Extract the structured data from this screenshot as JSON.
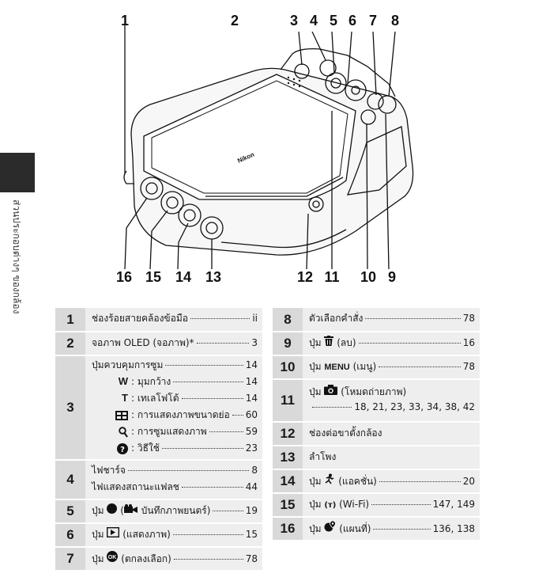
{
  "side": {
    "label": "ส่วนประกอบต่างๆ ของกล้อง"
  },
  "callouts": {
    "top": [
      "1",
      "2",
      "3",
      "4",
      "5",
      "6",
      "7",
      "8"
    ],
    "bottom": [
      "16",
      "15",
      "14",
      "13",
      "12",
      "11",
      "10",
      "9"
    ]
  },
  "illustration": {
    "brand": "Nikon"
  },
  "legend_left": [
    {
      "num": "1",
      "lines": [
        {
          "text": "ช่องร้อยสายคล้องข้อมือ",
          "page": "ii"
        }
      ]
    },
    {
      "num": "2",
      "lines": [
        {
          "text": "จอภาพ OLED (จอภาพ)*",
          "page": "3"
        }
      ]
    },
    {
      "num": "3",
      "lines": [
        {
          "text": "ปุ่มควบคุมการซูม",
          "page": "14"
        },
        {
          "key": "W",
          "text": ": มุมกว้าง",
          "page": "14"
        },
        {
          "key": "T",
          "text": ": เทเลโฟโต้",
          "page": "14"
        },
        {
          "icon": "thumbnail-icon",
          "text": ": การแสดงภาพขนาดย่อ",
          "page": "60"
        },
        {
          "icon": "magnifier-icon",
          "text": ": การซูมแสดงภาพ",
          "page": "59"
        },
        {
          "icon": "help-icon",
          "text": ": วิธีใช้",
          "page": "23"
        }
      ]
    },
    {
      "num": "4",
      "lines": [
        {
          "text": "ไฟชาร์จ",
          "page": "8"
        },
        {
          "text": "ไฟแสดงสถานะแฟลช",
          "page": "44"
        }
      ]
    },
    {
      "num": "5",
      "lines": [
        {
          "pre": "ปุ่ม",
          "icon": "record-icon",
          "text": "(",
          "icon2": "movie-icon",
          "text2": "บันทึกภาพยนตร์)",
          "page": "19"
        }
      ]
    },
    {
      "num": "6",
      "lines": [
        {
          "pre": "ปุ่ม",
          "icon": "play-icon",
          "text": "(แสดงภาพ)",
          "page": "15"
        }
      ]
    },
    {
      "num": "7",
      "lines": [
        {
          "pre": "ปุ่ม",
          "icon": "ok-icon",
          "text": "(ตกลงเลือก)",
          "page": "78"
        }
      ]
    }
  ],
  "legend_right": [
    {
      "num": "8",
      "lines": [
        {
          "text": "ตัวเลือกคำสั่ง",
          "page": "78"
        }
      ]
    },
    {
      "num": "9",
      "lines": [
        {
          "pre": "ปุ่ม",
          "icon": "trash-icon",
          "text": "(ลบ)",
          "page": "16"
        }
      ]
    },
    {
      "num": "10",
      "lines": [
        {
          "pre": "ปุ่ม",
          "key": "MENU",
          "text": "(เมนู)",
          "page": "78"
        }
      ]
    },
    {
      "num": "11",
      "lines": [
        {
          "pre": "ปุ่ม",
          "icon": "camera-icon",
          "text": "(โหมดถ่ายภาพ)",
          "page": ""
        }
      ],
      "pages": "18, 21, 23, 33, 34, 38, 42"
    },
    {
      "num": "12",
      "lines": [
        {
          "text": "ช่องต่อขาตั้งกล้อง",
          "page": ""
        }
      ]
    },
    {
      "num": "13",
      "lines": [
        {
          "text": "ลำโพง",
          "page": ""
        }
      ]
    },
    {
      "num": "14",
      "lines": [
        {
          "pre": "ปุ่ม",
          "icon": "action-icon",
          "text": "(แอคชั่น)",
          "page": "20"
        }
      ]
    },
    {
      "num": "15",
      "lines": [
        {
          "pre": "ปุ่ม",
          "key": "(ᴛ)",
          "text": "(Wi-Fi)",
          "page": "147, 149"
        }
      ]
    },
    {
      "num": "16",
      "lines": [
        {
          "pre": "ปุ่ม",
          "icon": "map-icon",
          "text": "(แผนที่)",
          "page": "136, 138"
        }
      ]
    }
  ]
}
